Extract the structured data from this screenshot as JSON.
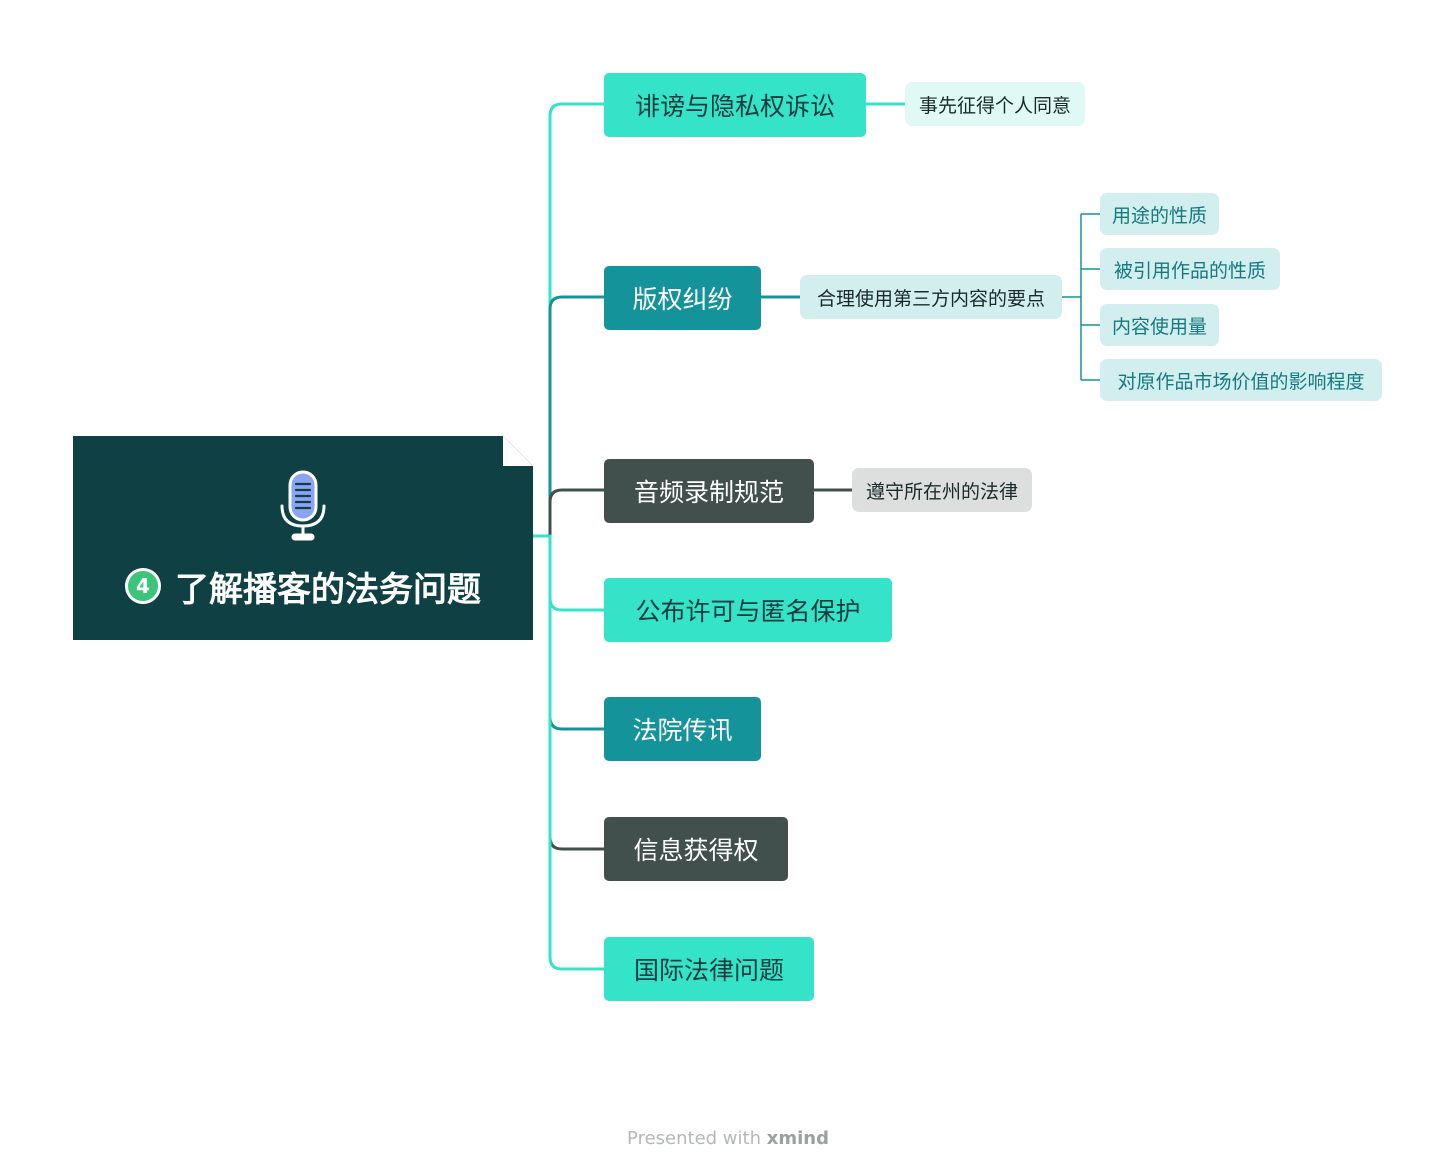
{
  "central": {
    "number": "4",
    "title": "了解播客的法务问题",
    "icon": "microphone-icon"
  },
  "colors": {
    "central_bg": "#0f4044",
    "mint": "#35e3c9",
    "teal": "#15939a",
    "dark": "#41504d",
    "badge": "#3cc47a"
  },
  "branches": [
    {
      "label": "诽谤与隐私权诉讼",
      "children": [
        {
          "label": "事先征得个人同意"
        }
      ]
    },
    {
      "label": "版权纠纷",
      "children": [
        {
          "label": "合理使用第三方内容的要点",
          "children": [
            {
              "label": "用途的性质"
            },
            {
              "label": "被引用作品的性质"
            },
            {
              "label": "内容使用量"
            },
            {
              "label": "对原作品市场价值的影响程度"
            }
          ]
        }
      ]
    },
    {
      "label": "音频录制规范",
      "children": [
        {
          "label": "遵守所在州的法律"
        }
      ]
    },
    {
      "label": "公布许可与匿名保护"
    },
    {
      "label": "法院传讯"
    },
    {
      "label": "信息获得权"
    },
    {
      "label": "国际法律问题"
    }
  ],
  "footer": {
    "prefix": "Presented with",
    "brand": "xmind"
  }
}
